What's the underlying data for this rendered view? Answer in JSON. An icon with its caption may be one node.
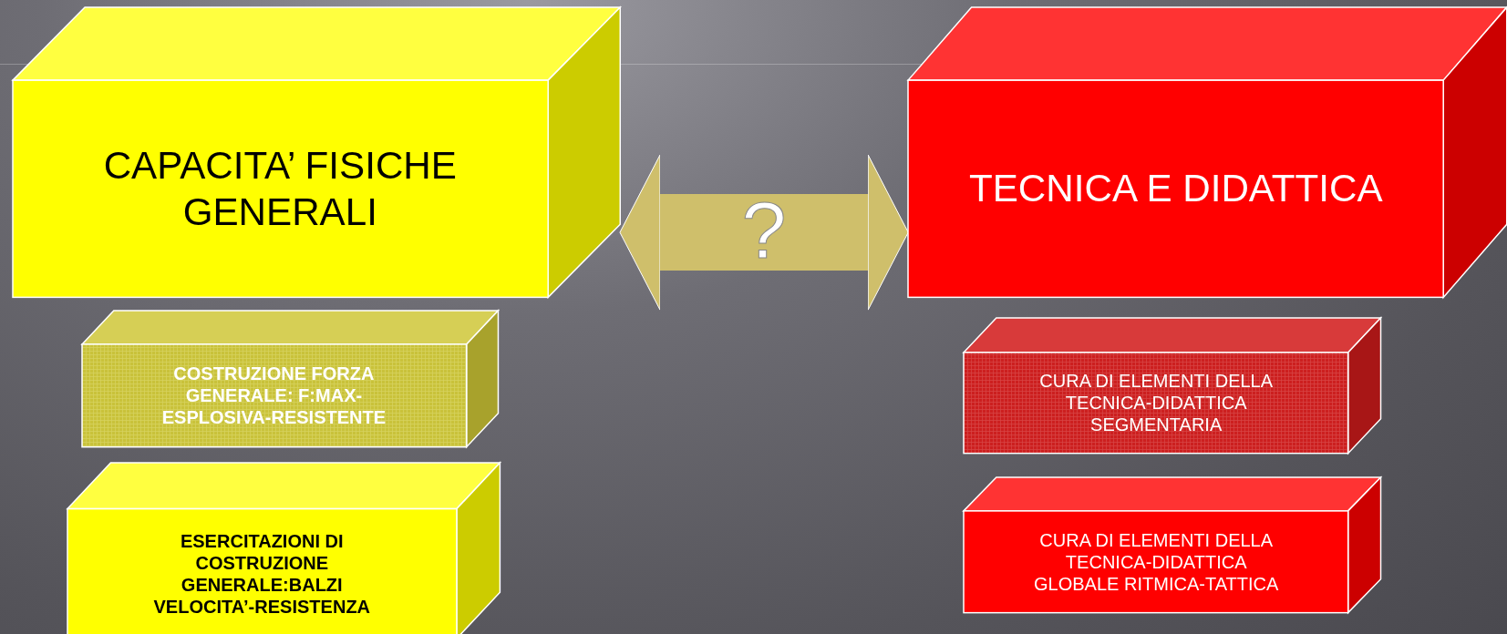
{
  "diagram": {
    "nodes": [
      {
        "text": [
          "CAPACITA’ FISICHE GENERALI"
        ]
      },
      {
        "text": [
          "TECNICA E DIDATTICA"
        ]
      },
      {
        "text": [
          "COSTRUZIONE FORZA GENERALE: F:MAX-ESPLOSIVA-RESISTENTE"
        ]
      },
      {
        "text": [
          "ESERCITAZIONI DI COSTRUZIONE GENERALE:BALZI VELOCITA’-RESISTENZA"
        ]
      },
      {
        "text": [
          "CURA DI ELEMENTI DELLA TECNICA-DIDATTICA SEGMENTARIA"
        ]
      },
      {
        "text": [
          "CURA DI ELEMENTI DELLA TECNICA-DIDATTICA GLOBALE RITMICA-TATTICA"
        ]
      }
    ],
    "edges": [
      {
        "from": 0,
        "to": 1,
        "arrow": "both",
        "label": "?",
        "color": "#cfbf6b"
      }
    ]
  }
}
